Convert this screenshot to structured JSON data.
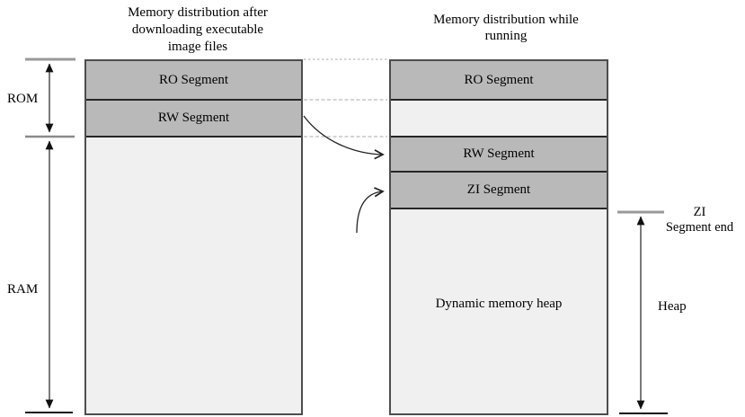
{
  "diagram": {
    "left_column": {
      "title": "Memory distribution after\ndownloading executable\nimage files",
      "segments": [
        {
          "label": "RO Segment"
        },
        {
          "label": "RW Segment"
        }
      ],
      "extent_labels": [
        {
          "label": "ROM"
        },
        {
          "label": "RAM"
        }
      ]
    },
    "right_column": {
      "title": "Memory distribution while\nrunning",
      "segments": [
        {
          "label": "RO Segment"
        },
        {
          "label": "RW Segment"
        },
        {
          "label": "ZI Segment"
        },
        {
          "label": "Dynamic memory heap"
        }
      ],
      "extent_labels": [
        {
          "label": "ZI\nSegment end"
        },
        {
          "label": "Heap"
        }
      ]
    },
    "colors": {
      "segment_fill_dark": "#b9b9b9",
      "segment_fill_light": "#f0f0f0",
      "box_border": "#4d4d4d",
      "divider": "#262626",
      "tick_gray": "#999999",
      "tick_black": "#111111",
      "arrow": "#333333",
      "dashed_connector": "#c6c6c6"
    }
  }
}
